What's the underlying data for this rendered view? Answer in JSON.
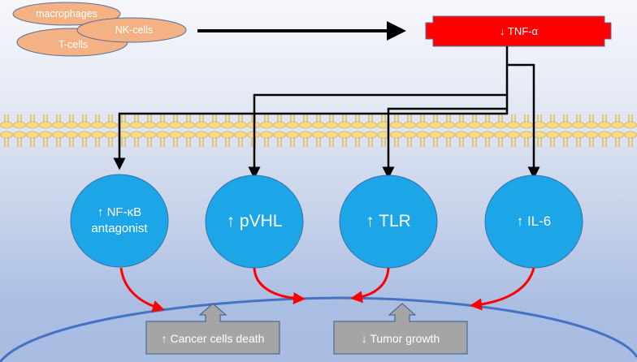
{
  "immune_cells": [
    {
      "label": "macrophages"
    },
    {
      "label": "NK-cells"
    },
    {
      "label": "T-cells"
    }
  ],
  "cytokine": {
    "label": "↓ TNF-α",
    "color": "#ff0000"
  },
  "receptors": [
    {
      "line1": "↑ NF-κB",
      "line2": "antagonist"
    },
    {
      "line1": "↑ pVHL",
      "line2": ""
    },
    {
      "line1": "↑ TLR",
      "line2": ""
    },
    {
      "line1": "↑ IL-6",
      "line2": ""
    }
  ],
  "outcomes": [
    {
      "label": "↑ Cancer cells death"
    },
    {
      "label": "↓ Tumor growth"
    }
  ],
  "colors": {
    "cell_fill": "#f4b183",
    "receptor_fill": "#1ca6e8",
    "outcome_fill": "#a5a5a5",
    "effect_arrow": "#ff0000",
    "tumor_outline": "#4472c4",
    "membrane": "#f2d37a"
  }
}
